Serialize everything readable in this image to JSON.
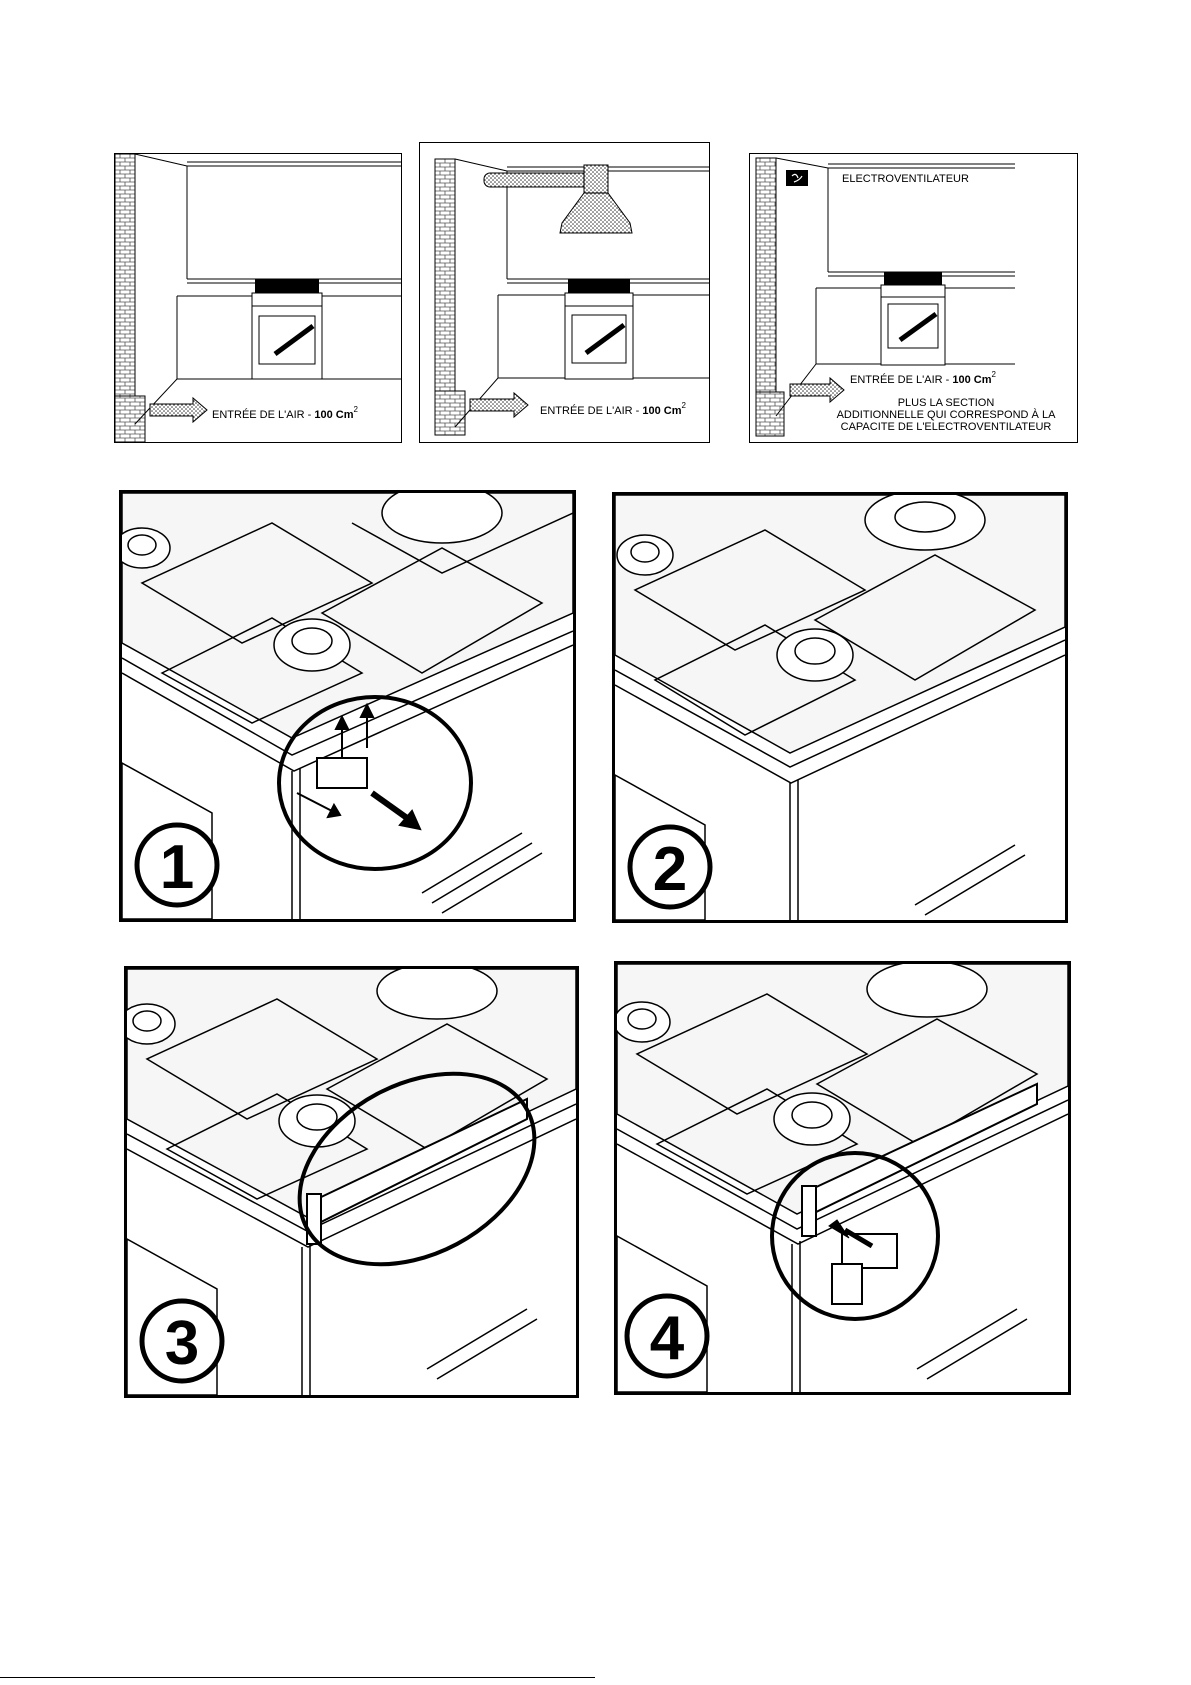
{
  "ventilation": {
    "panel1": {
      "air_inlet_label": "ENTRÉE DE L'AIR - ",
      "air_inlet_value": "100 Cm",
      "air_inlet_unit_sup": "2"
    },
    "panel2": {
      "air_inlet_label": "ENTRÉE DE L'AIR - ",
      "air_inlet_value": "100 Cm",
      "air_inlet_unit_sup": "2"
    },
    "panel3": {
      "fan_label": "ELECTROVENTILATEUR",
      "air_inlet_label": "ENTRÉE DE L'AIR - ",
      "air_inlet_value": "100 Cm",
      "air_inlet_unit_sup": "2",
      "note_line1": "PLUS LA SECTION",
      "note_line2": "ADDITIONNELLE QUI CORRESPOND À LA",
      "note_line3": "CAPACITE DE L'ELECTROVENTILATEUR"
    }
  },
  "steps": [
    {
      "number": "1"
    },
    {
      "number": "2"
    },
    {
      "number": "3"
    },
    {
      "number": "4"
    }
  ]
}
